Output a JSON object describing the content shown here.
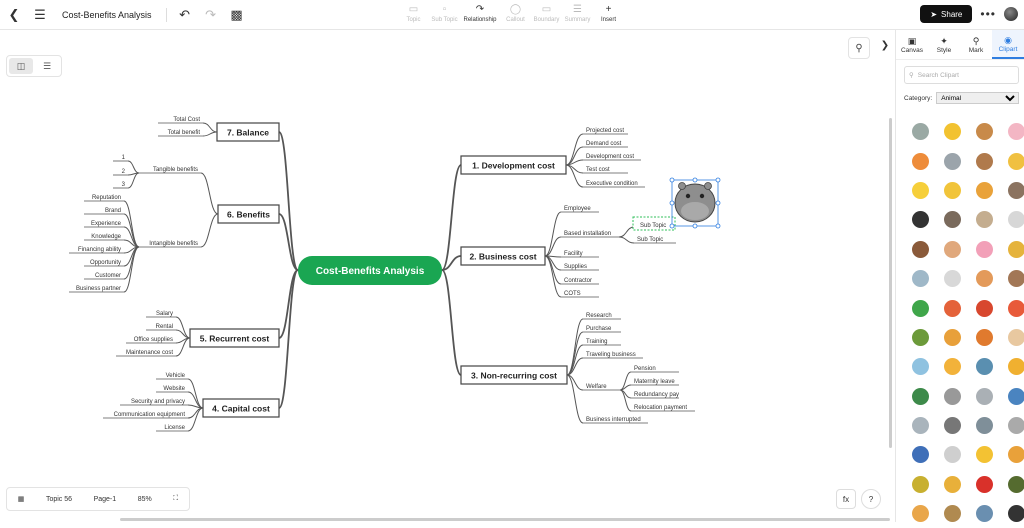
{
  "topbar": {
    "back_icon": "chevron-left-icon",
    "menu_icon": "hamburger-icon",
    "title": "Cost-Benefits Analysis",
    "undo_icon": "undo-icon",
    "redo_icon": "redo-icon",
    "format_icon": "format-painter-icon",
    "tools": [
      {
        "label": "Topic",
        "enabled": false
      },
      {
        "label": "Sub Topic",
        "enabled": false
      },
      {
        "label": "Relationship",
        "enabled": true
      },
      {
        "label": "Callout",
        "enabled": false
      },
      {
        "label": "Boundary",
        "enabled": false
      },
      {
        "label": "Summary",
        "enabled": false
      },
      {
        "label": "Insert",
        "enabled": true
      }
    ],
    "share_label": "Share",
    "more_label": "•••"
  },
  "canvas": {
    "view_modes": [
      "mindmap",
      "outline"
    ],
    "status": {
      "topic": "Topic 56",
      "page": "Page-1",
      "zoom": "85%"
    }
  },
  "mindmap": {
    "central": "Cost-Benefits Analysis",
    "right": [
      {
        "title": "1. Development cost",
        "subs": [
          "Projected cost",
          "Demand cost",
          "Development cost",
          "Test cost",
          "Executive condition"
        ]
      },
      {
        "title": "2. Business cost",
        "subs": [
          "Employee",
          "Based installation",
          "Facility",
          "Supplies",
          "Contractor",
          "COTS"
        ],
        "nested": {
          "Based installation": [
            "Sub Topic",
            "Sub Topic"
          ]
        }
      },
      {
        "title": "3. Non-recurring cost",
        "subs": [
          "Research",
          "Purchase",
          "Training",
          "Traveling business",
          "Welfare",
          "Business interrupted"
        ],
        "nested": {
          "Welfare": [
            "Pension",
            "Maternity leave",
            "Redundancy pay",
            "Relocation payment"
          ]
        }
      }
    ],
    "left": [
      {
        "title": "7. Balance",
        "subs": [
          "Total Cost",
          "Total benefit"
        ]
      },
      {
        "title": "6. Benefits",
        "subs": [
          "Tangible benefits",
          "Intangible benefits"
        ],
        "nested": {
          "Tangible benefits": [
            "1",
            "2",
            "3"
          ],
          "Intangible benefits": [
            "Reputation",
            "Brand",
            "Experience",
            "Knowledge",
            "Financing ability",
            "Opportunity",
            "Customer",
            "Business partner"
          ]
        }
      },
      {
        "title": "5. Recurrent cost",
        "subs": [
          "Salary",
          "Rental",
          "Office supplies",
          "Maintenance cost"
        ]
      },
      {
        "title": "4. Capital cost",
        "subs": [
          "Vehicle",
          "Website",
          "Security and privacy",
          "Communication equipment",
          "License"
        ]
      }
    ],
    "colors": {
      "central": "#1aa652",
      "line": "#555555",
      "selection": "#2e7de0",
      "edit_box": "#2fbf5a"
    }
  },
  "panel": {
    "tabs": [
      "Canvas",
      "Style",
      "Mark",
      "Clipart"
    ],
    "active_tab": "Clipart",
    "search_placeholder": "Search Clipart",
    "category_label": "Category:",
    "category_value": "Animal",
    "clipart_items": [
      "hippo-icon",
      "bee-icon",
      "cow-icon",
      "rabbit-icon",
      "tiger-icon",
      "mouse-icon",
      "bull-icon",
      "chick-icon",
      "chick-face-icon",
      "cat-icon",
      "lion-icon",
      "monkey-icon",
      "panda-icon",
      "bear-icon",
      "sloth-icon",
      "sheep-icon",
      "owl-icon",
      "monkey-face-icon",
      "pig-icon",
      "giraffe-icon",
      "elephant-icon",
      "white-cat-icon",
      "fox-icon",
      "bear-face-icon",
      "frog-icon",
      "crab-icon",
      "shrimp-icon",
      "squid-icon",
      "seaweed-icon",
      "seahorse-icon",
      "lobster-icon",
      "fish-icon",
      "jellyfish-icon",
      "starfish-icon",
      "dolphin-icon",
      "yellow-fish-icon",
      "turtle-icon",
      "octopus-icon",
      "seal-icon",
      "blue-fish-icon",
      "fish-silver-icon",
      "eel-icon",
      "ray-icon",
      "swordfish-icon",
      "whale-icon",
      "shell-icon",
      "tropical-fish-icon",
      "koi-icon",
      "snake-icon",
      "bee-small-icon",
      "ladybug-icon",
      "beetle-icon",
      "butterfly-icon",
      "moth-icon",
      "dragonfly-icon",
      "ant-icon"
    ]
  }
}
